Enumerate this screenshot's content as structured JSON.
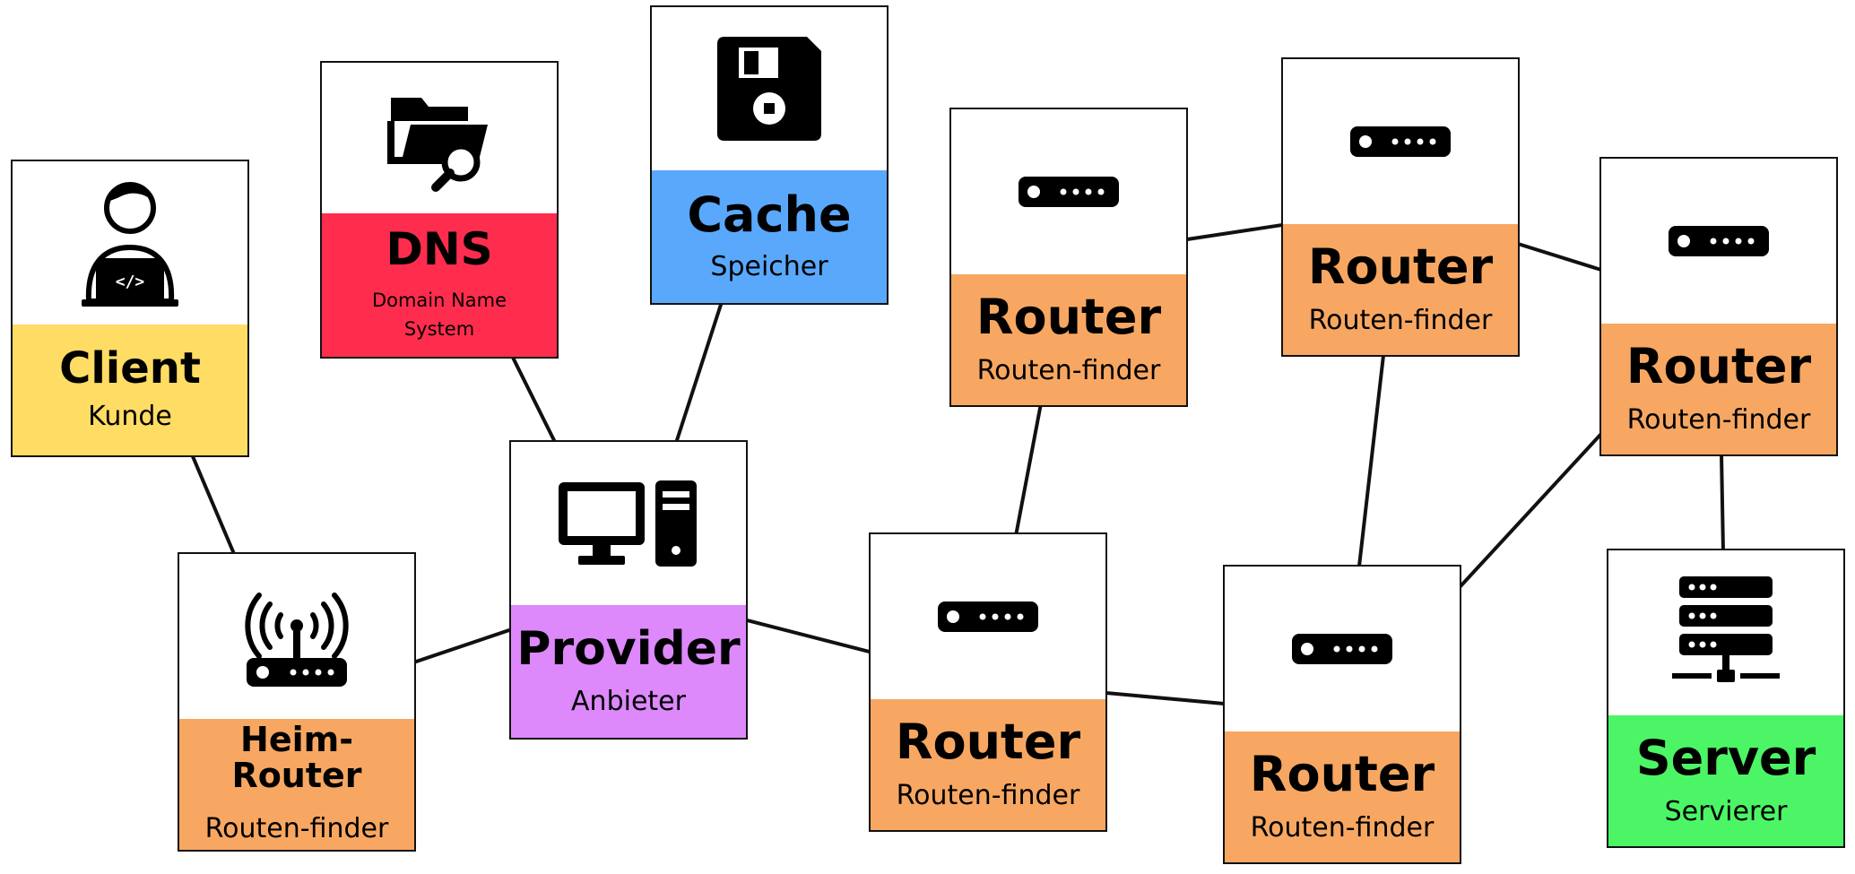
{
  "colors": {
    "client": "#ffdc63",
    "dns": "#ff2d4d",
    "cache": "#5aa8fb",
    "provider": "#dd88fb",
    "router": "#f7a762",
    "server": "#4cf565",
    "border": "#111111",
    "icon": "#000000"
  },
  "nodes": {
    "client": {
      "title": "Client",
      "subtitle": "Kunde",
      "icon": "developer-laptop-icon"
    },
    "dns": {
      "title": "DNS",
      "subtitle": "Domain Name System",
      "icon": "folder-search-icon"
    },
    "cache": {
      "title": "Cache",
      "subtitle": "Speicher",
      "icon": "floppy-disk-icon"
    },
    "provider": {
      "title": "Provider",
      "subtitle": "Anbieter",
      "icon": "desktop-computer-icon"
    },
    "home_router": {
      "title": "Heim-Router",
      "subtitle": "Routen-finder",
      "icon": "wifi-router-icon"
    },
    "router_1": {
      "title": "Router",
      "subtitle": "Routen-finder",
      "icon": "router-icon"
    },
    "router_2": {
      "title": "Router",
      "subtitle": "Routen-finder",
      "icon": "router-icon"
    },
    "router_3": {
      "title": "Router",
      "subtitle": "Routen-finder",
      "icon": "router-icon"
    },
    "router_4": {
      "title": "Router",
      "subtitle": "Routen-finder",
      "icon": "router-icon"
    },
    "router_5": {
      "title": "Router",
      "subtitle": "Routen-finder",
      "icon": "router-icon"
    },
    "server": {
      "title": "Server",
      "subtitle": "Servierer",
      "icon": "server-rack-icon"
    }
  },
  "connections": [
    [
      "client",
      "home_router"
    ],
    [
      "home_router",
      "provider"
    ],
    [
      "dns",
      "provider"
    ],
    [
      "cache",
      "provider"
    ],
    [
      "provider",
      "router_3"
    ],
    [
      "router_3",
      "router_1"
    ],
    [
      "router_1",
      "router_2"
    ],
    [
      "router_3",
      "router_4"
    ],
    [
      "router_2",
      "router_4"
    ],
    [
      "router_2",
      "router_5"
    ],
    [
      "router_4",
      "router_5"
    ],
    [
      "router_5",
      "server"
    ]
  ]
}
